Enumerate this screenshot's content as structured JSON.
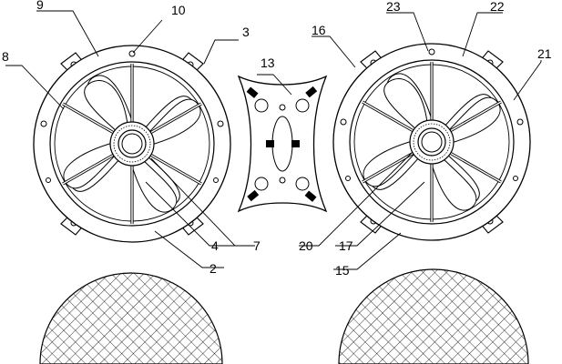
{
  "labels": {
    "l9": "9",
    "l10": "10",
    "l3": "3",
    "l8": "8",
    "l13": "13",
    "l16": "16",
    "l23": "23",
    "l22": "22",
    "l21": "21",
    "l4": "4",
    "l7": "7",
    "l2": "2",
    "l20": "20",
    "l17": "17",
    "l15": "15"
  }
}
